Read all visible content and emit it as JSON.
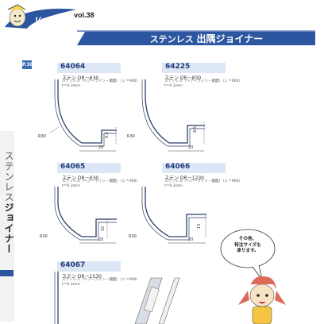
{
  "header": {
    "brand": "Voken",
    "volume": "vol.38",
    "title_prefix": "ステンレス",
    "title_main": "出隅ジョイナー",
    "page_badge": "P.30"
  },
  "side_label": {
    "text_light": "ステンレス",
    "text_bold": "ジョイナー"
  },
  "products": [
    {
      "code": "64064",
      "name": "ステン DR－630",
      "spec1": "ステンレス（ヘアーライン・鏡面）（Ｌ＝900）",
      "spec2": "t＝0.3ｍｍ",
      "radius": "R30",
      "width": "20",
      "height": "6.5"
    },
    {
      "code": "64225",
      "name": "ステン DR－830",
      "spec1": "ステンレス（ヘアーライン・鏡面）（Ｌ＝600）",
      "spec2": "t＝0.3ｍｍ",
      "radius": "R30",
      "width": "20",
      "height": "8.5"
    },
    {
      "code": "64065",
      "name": "ステン DR－930",
      "spec1": "ステンレス（ヘアーライン・鏡面）（Ｌ＝900）",
      "spec2": "t＝0.3ｍｍ",
      "radius": "R30",
      "width": "20",
      "height": "10"
    },
    {
      "code": "64066",
      "name": "ステン DR－1230",
      "spec1": "ステンレス（ヘアーライン・鏡面）（Ｌ＝900）",
      "spec2": "t＝0.3ｍｍ",
      "radius": "R30",
      "width": "20",
      "height": "13"
    },
    {
      "code": "64067",
      "name": "ステン DR－1530",
      "spec1": "ステンレス（ヘアーライン・鏡面）（Ｌ＝900）",
      "spec2": "t＝0.3ｍｍ"
    }
  ],
  "bubble": {
    "line1": "その他、",
    "line2": "特注サイズも",
    "line3": "承ります。"
  },
  "colors": {
    "accent": "#2d56a0",
    "profile": "#2b3f66",
    "title_bar": "#2d56a0"
  }
}
